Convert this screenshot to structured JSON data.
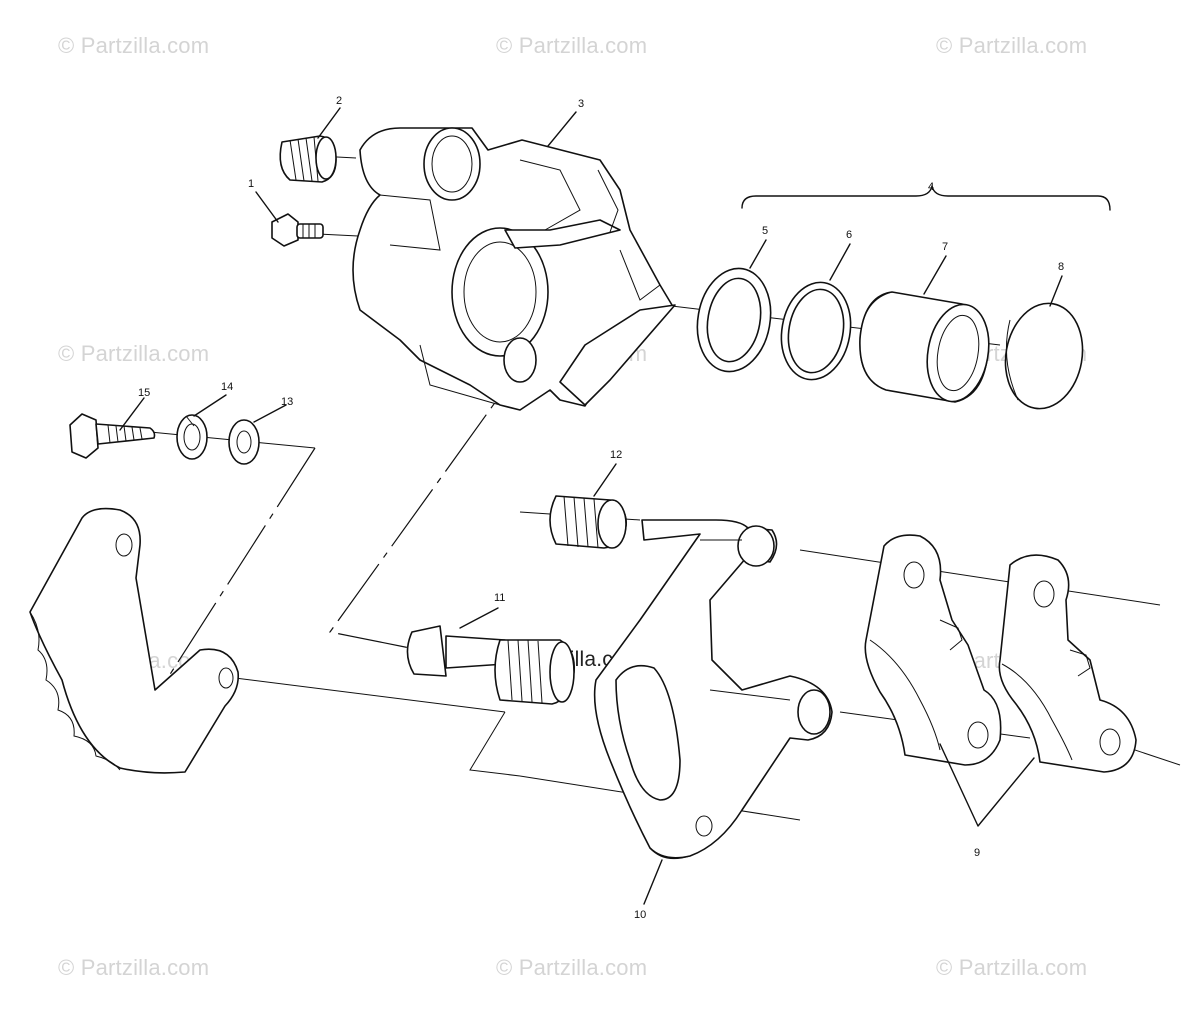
{
  "watermark": "© Partzilla.com",
  "callouts": {
    "c1": "1",
    "c2": "2",
    "c3": "3",
    "c4": "4",
    "c5": "5",
    "c6": "6",
    "c7": "7",
    "c8": "8",
    "c9": "9",
    "c10": "10",
    "c11": "11",
    "c12": "12",
    "c13": "13",
    "c14": "14",
    "c15": "15"
  }
}
